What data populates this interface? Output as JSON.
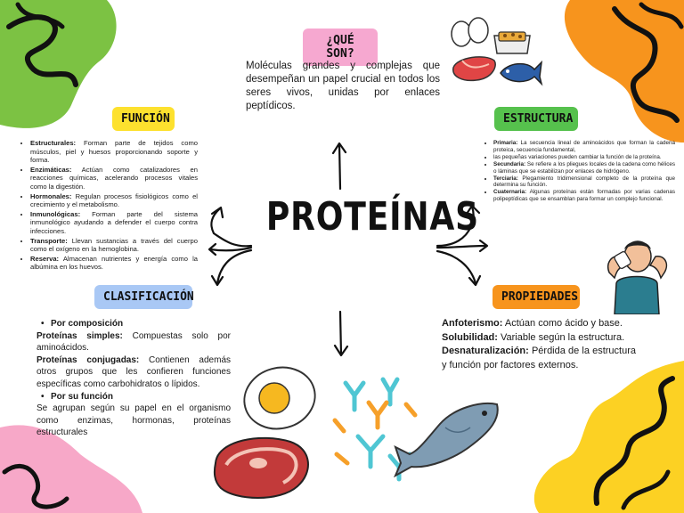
{
  "title": "PROTEÍNAS",
  "sections": {
    "que_son": {
      "heading": "¿QUÉ SON?",
      "text": "Moléculas grandes y complejas que desempeñan un papel crucial en todos los seres vivos, unidas por enlaces peptídicos."
    },
    "funcion": {
      "heading": "FUNCIÓN",
      "items": [
        {
          "term": "Estructurales:",
          "desc": " Forman parte de tejidos como músculos, piel y huesos proporcionando soporte y forma."
        },
        {
          "term": "Enzimáticas:",
          "desc": " Actúan como catalizadores en reacciones químicas, acelerando procesos vitales como la digestión."
        },
        {
          "term": "Hormonales:",
          "desc": " Regulan procesos fisiológicos como el crecimiento y el metabolismo."
        },
        {
          "term": "Inmunológicas:",
          "desc": " Forman parte del sistema inmunológico ayudando a defender el cuerpo contra infecciones."
        },
        {
          "term": "Transporte:",
          "desc": " Llevan sustancias a través del cuerpo como el oxígeno en la hemoglobina."
        },
        {
          "term": "Reserva:",
          "desc": " Almacenan nutrientes y energía como la albúmina en los huevos."
        }
      ]
    },
    "estructura": {
      "heading": "ESTRUCTURA",
      "items": [
        {
          "term": "Primaria:",
          "desc": " La secuencia lineal de aminoácidos que forman la cadena proteica, secuencia fundamental,"
        },
        {
          "term": "",
          "desc": "las pequeñas variaciones pueden cambiar la función de la proteína."
        },
        {
          "term": "Secundaria:",
          "desc": " Se refiere a los pliegues locales de la cadena como hélices o láminas que se estabilizan por enlaces de hidrógeno."
        },
        {
          "term": "Terciaria:",
          "desc": " Plegamiento tridimensional completo de la proteína que determina su función."
        },
        {
          "term": "Cuaternaria:",
          "desc": " Algunas proteínas están formadas por varias cadenas polipeptídicas que se ensamblan para formar un complejo funcional."
        }
      ]
    },
    "clasificacion": {
      "heading": "CLASIFICACIÓN",
      "by_composition": "Por composición",
      "simple_term": "Proteínas simples:",
      "simple_desc": " Compuestas solo por aminoácidos.",
      "conj_term": "Proteínas conjugadas:",
      "conj_desc": " Contienen además otros grupos que les confieren funciones específicas como carbohidratos o lípidos.",
      "by_function": "Por su función",
      "function_desc": "Se agrupan según su papel en el organismo como enzimas, hormonas, proteínas estructurales"
    },
    "propiedades": {
      "heading": "PROPIEDADES",
      "items": [
        {
          "term": "Anfoterismo:",
          "desc": " Actúan como ácido y base."
        },
        {
          "term": "Solubilidad:",
          "desc": " Variable según la estructura."
        },
        {
          "term": "Desnaturalización:",
          "desc": " Pérdida de la estructura y función por factores externos."
        }
      ]
    }
  },
  "colors": {
    "que_son_tag": "#f6a8d0",
    "funcion_tag": "#fde12e",
    "estructura_tag": "#56c14d",
    "clasificacion_tag": "#a9c8f5",
    "propiedades_tag": "#f7941d",
    "blob_green": "#7cc243",
    "blob_orange": "#f7941d",
    "blob_yellow": "#fcd123",
    "blob_pink": "#f7a8c8"
  },
  "illustrations": [
    "eggs-icon",
    "tofu-icon",
    "salmon-icon",
    "fish-icon",
    "egg-half-icon",
    "steak-icon",
    "antibody-icon",
    "bodybuilder-icon"
  ]
}
